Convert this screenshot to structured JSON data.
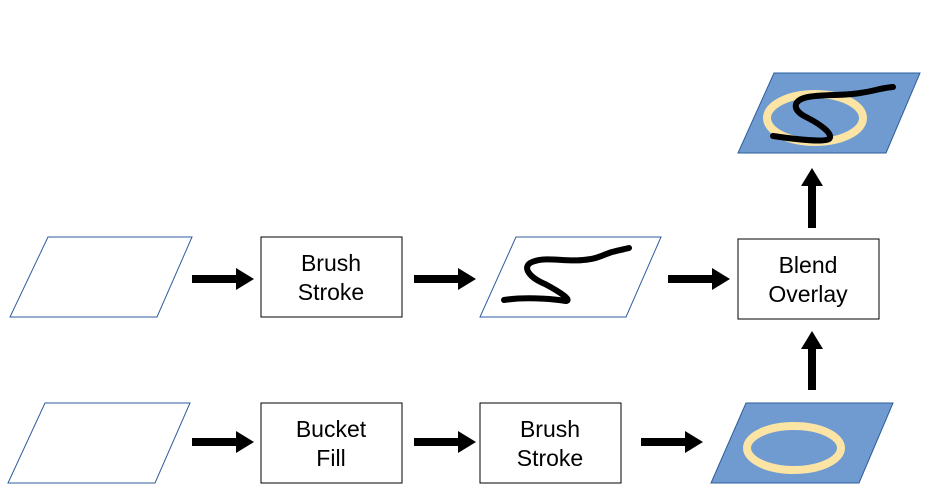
{
  "colors": {
    "layer_outline": "#2e5d9c",
    "filled_layer": "#6f9bd1",
    "fill_ring": "#fbe4a4",
    "stroke": "#000000",
    "box_border": "#000000"
  },
  "nodes": {
    "brush_stroke_top": {
      "line1": "Brush",
      "line2": "Stroke"
    },
    "blend_overlay": {
      "line1": "Blend",
      "line2": "Overlay"
    },
    "bucket_fill": {
      "line1": "Bucket",
      "line2": "Fill"
    },
    "brush_stroke_bottom": {
      "line1": "Brush",
      "line2": "Stroke"
    }
  },
  "icons": {
    "empty_layer": "parallelogram",
    "stroke_layer": "parallelogram-with-black-squiggle",
    "ring_layer": "blue-parallelogram-with-yellow-ring",
    "result_layer": "blue-parallelogram-with-ring-and-squiggle",
    "arrow": "thick-black-arrow"
  }
}
